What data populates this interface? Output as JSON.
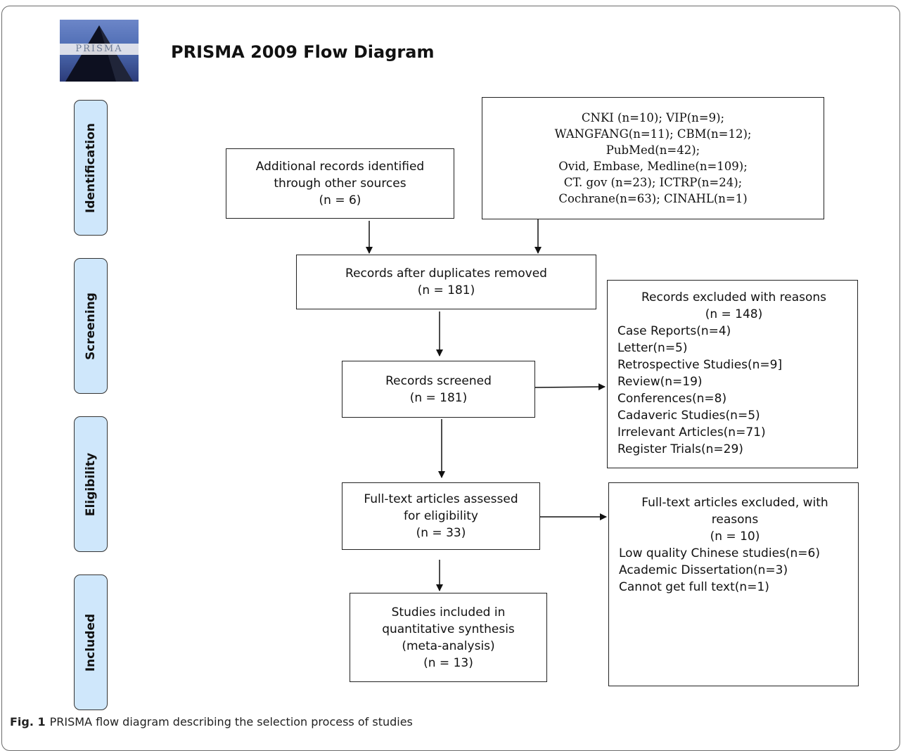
{
  "header": {
    "logo_text": "PRISMA",
    "title": "PRISMA 2009 Flow Diagram"
  },
  "stages": {
    "identification": "Identification",
    "screening": "Screening",
    "eligibility": "Eligibility",
    "included": "Included"
  },
  "boxes": {
    "databases": {
      "lines": [
        "CNKI (n=10); VIP(n=9);",
        "WANGFANG(n=11); CBM(n=12);",
        "PubMed(n=42);",
        "Ovid, Embase, Medline(n=109);",
        "CT. gov (n=23); ICTRP(n=24);",
        "Cochrane(n=63); CINAHL(n=1)"
      ]
    },
    "additional": {
      "lines": [
        "Additional records identified",
        "through other sources",
        "(n = 6)"
      ]
    },
    "duplicates_removed": {
      "lines": [
        "Records after duplicates removed",
        "(n = 181)"
      ]
    },
    "screened": {
      "lines": [
        "Records screened",
        "(n = 181)"
      ]
    },
    "excluded": {
      "header": [
        "Records excluded with reasons",
        "(n = 148)"
      ],
      "items": [
        "Case Reports(n=4)",
        "Letter(n=5)",
        "Retrospective Studies(n=9]",
        "Review(n=19)",
        "Conferences(n=8)",
        "Cadaveric Studies(n=5)",
        "Irrelevant Articles(n=71)",
        "Register Trials(n=29)"
      ]
    },
    "fulltext": {
      "lines": [
        "Full-text articles assessed",
        "for eligibility",
        "(n = 33)"
      ]
    },
    "fulltext_excluded": {
      "header": [
        "Full-text articles excluded, with",
        "reasons",
        "(n = 10)"
      ],
      "items": [
        "Low quality Chinese studies(n=6)",
        "Academic Dissertation(n=3)",
        "Cannot get full text(n=1)"
      ]
    },
    "included": {
      "lines": [
        "Studies included in",
        "quantitative synthesis",
        "(meta-analysis)",
        "(n = 13)"
      ]
    }
  },
  "caption": {
    "label": "Fig. 1",
    "text": "PRISMA flow diagram describing the selection process of studies"
  }
}
